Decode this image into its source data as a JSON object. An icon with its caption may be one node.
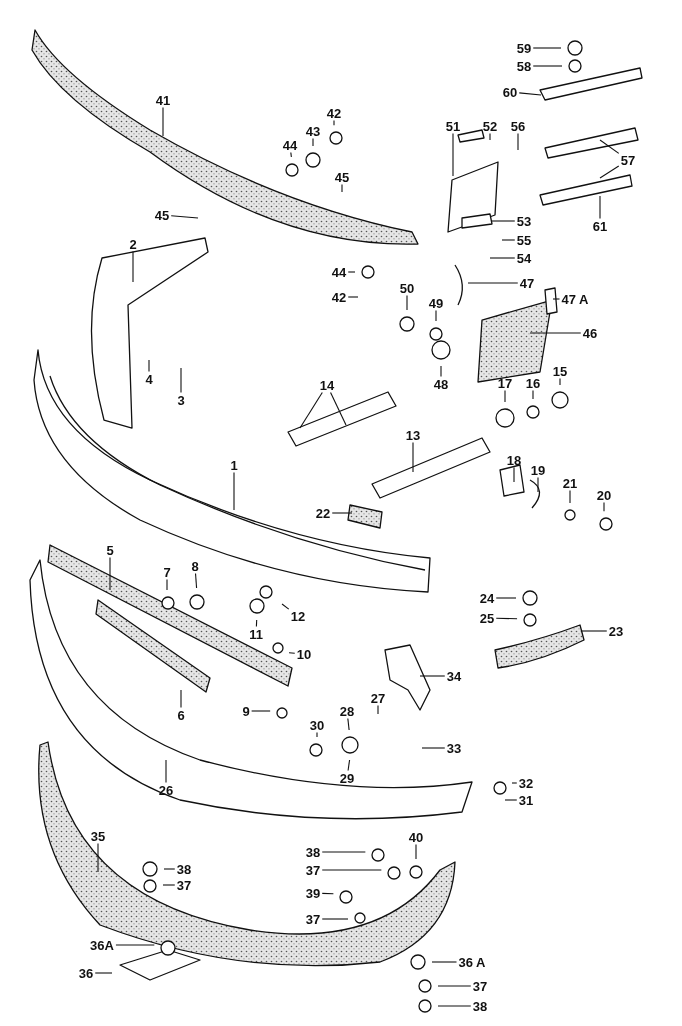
{
  "diagram": {
    "nodes": [
      {
        "text": [
          "59"
        ]
      },
      {
        "text": [
          "58"
        ]
      },
      {
        "text": [
          "60"
        ]
      },
      {
        "text": [
          "41"
        ]
      },
      {
        "text": [
          "42"
        ]
      },
      {
        "text": [
          "51"
        ]
      },
      {
        "text": [
          "52"
        ]
      },
      {
        "text": [
          "56"
        ]
      },
      {
        "text": [
          "43"
        ]
      },
      {
        "text": [
          "44"
        ]
      },
      {
        "text": [
          "57"
        ]
      },
      {
        "text": [
          "45"
        ]
      },
      {
        "text": [
          "45"
        ]
      },
      {
        "text": [
          "53"
        ]
      },
      {
        "text": [
          "61"
        ]
      },
      {
        "text": [
          "55"
        ]
      },
      {
        "text": [
          "2"
        ]
      },
      {
        "text": [
          "54"
        ]
      },
      {
        "text": [
          "44"
        ]
      },
      {
        "text": [
          "47"
        ]
      },
      {
        "text": [
          "50"
        ]
      },
      {
        "text": [
          "42"
        ]
      },
      {
        "text": [
          "47 A"
        ]
      },
      {
        "text": [
          "49"
        ]
      },
      {
        "text": [
          "46"
        ]
      },
      {
        "text": [
          "4"
        ]
      },
      {
        "text": [
          "15"
        ]
      },
      {
        "text": [
          "48"
        ]
      },
      {
        "text": [
          "14"
        ]
      },
      {
        "text": [
          "17"
        ]
      },
      {
        "text": [
          "16"
        ]
      },
      {
        "text": [
          "3"
        ]
      },
      {
        "text": [
          "13"
        ]
      },
      {
        "text": [
          "18"
        ]
      },
      {
        "text": [
          "1"
        ]
      },
      {
        "text": [
          "19"
        ]
      },
      {
        "text": [
          "21"
        ]
      },
      {
        "text": [
          "20"
        ]
      },
      {
        "text": [
          "22"
        ]
      },
      {
        "text": [
          "5"
        ]
      },
      {
        "text": [
          "8"
        ]
      },
      {
        "text": [
          "7"
        ]
      },
      {
        "text": [
          "24"
        ]
      },
      {
        "text": [
          "12"
        ]
      },
      {
        "text": [
          "25"
        ]
      },
      {
        "text": [
          "23"
        ]
      },
      {
        "text": [
          "11"
        ]
      },
      {
        "text": [
          "10"
        ]
      },
      {
        "text": [
          "34"
        ]
      },
      {
        "text": [
          "27"
        ]
      },
      {
        "text": [
          "9"
        ]
      },
      {
        "text": [
          "28"
        ]
      },
      {
        "text": [
          "6"
        ]
      },
      {
        "text": [
          "30"
        ]
      },
      {
        "text": [
          "33"
        ]
      },
      {
        "text": [
          "29"
        ]
      },
      {
        "text": [
          "32"
        ]
      },
      {
        "text": [
          "26"
        ]
      },
      {
        "text": [
          "31"
        ]
      },
      {
        "text": [
          "35"
        ]
      },
      {
        "text": [
          "40"
        ]
      },
      {
        "text": [
          "38"
        ]
      },
      {
        "text": [
          "38"
        ]
      },
      {
        "text": [
          "37"
        ]
      },
      {
        "text": [
          "37"
        ]
      },
      {
        "text": [
          "39"
        ]
      },
      {
        "text": [
          "37"
        ]
      },
      {
        "text": [
          "36A"
        ]
      },
      {
        "text": [
          "36 A"
        ]
      },
      {
        "text": [
          "36"
        ]
      },
      {
        "text": [
          "37"
        ]
      },
      {
        "text": [
          "38"
        ]
      }
    ],
    "edges": [
      {
        "from": 0,
        "to": null,
        "arrow": "none"
      },
      {
        "from": 1,
        "to": null,
        "arrow": "none"
      },
      {
        "from": 2,
        "to": null,
        "arrow": "none"
      },
      {
        "from": 3,
        "to": null,
        "arrow": "none"
      },
      {
        "from": 4,
        "to": null,
        "arrow": "none"
      },
      {
        "from": 5,
        "to": null,
        "arrow": "none"
      },
      {
        "from": 6,
        "to": null,
        "arrow": "none"
      },
      {
        "from": 7,
        "to": null,
        "arrow": "none"
      },
      {
        "from": 8,
        "to": null,
        "arrow": "none"
      },
      {
        "from": 9,
        "to": null,
        "arrow": "none"
      },
      {
        "from": 10,
        "to": null,
        "arrow": "none"
      },
      {
        "from": 10,
        "to": null,
        "arrow": "none"
      },
      {
        "from": 11,
        "to": null,
        "arrow": "none"
      },
      {
        "from": 12,
        "to": null,
        "arrow": "none"
      },
      {
        "from": 13,
        "to": null,
        "arrow": "none"
      },
      {
        "from": 14,
        "to": null,
        "arrow": "none"
      },
      {
        "from": 15,
        "to": null,
        "arrow": "none"
      },
      {
        "from": 16,
        "to": null,
        "arrow": "none"
      },
      {
        "from": 17,
        "to": null,
        "arrow": "none"
      },
      {
        "from": 18,
        "to": null,
        "arrow": "none"
      },
      {
        "from": 19,
        "to": null,
        "arrow": "none"
      },
      {
        "from": 20,
        "to": null,
        "arrow": "none"
      },
      {
        "from": 21,
        "to": null,
        "arrow": "none"
      },
      {
        "from": 22,
        "to": null,
        "arrow": "none"
      },
      {
        "from": 23,
        "to": null,
        "arrow": "none"
      },
      {
        "from": 24,
        "to": null,
        "arrow": "none"
      },
      {
        "from": 25,
        "to": null,
        "arrow": "none"
      },
      {
        "from": 26,
        "to": null,
        "arrow": "none"
      },
      {
        "from": 27,
        "to": null,
        "arrow": "none"
      },
      {
        "from": 28,
        "to": null,
        "arrow": "none"
      },
      {
        "from": 28,
        "to": null,
        "arrow": "none"
      },
      {
        "from": 29,
        "to": null,
        "arrow": "none"
      },
      {
        "from": 30,
        "to": null,
        "arrow": "none"
      },
      {
        "from": 31,
        "to": null,
        "arrow": "none"
      },
      {
        "from": 32,
        "to": null,
        "arrow": "none"
      },
      {
        "from": 33,
        "to": null,
        "arrow": "none"
      },
      {
        "from": 34,
        "to": null,
        "arrow": "none"
      },
      {
        "from": 35,
        "to": null,
        "arrow": "none"
      },
      {
        "from": 36,
        "to": null,
        "arrow": "none"
      },
      {
        "from": 37,
        "to": null,
        "arrow": "none"
      },
      {
        "from": 38,
        "to": null,
        "arrow": "none"
      },
      {
        "from": 39,
        "to": null,
        "arrow": "none"
      },
      {
        "from": 40,
        "to": null,
        "arrow": "none"
      },
      {
        "from": 41,
        "to": null,
        "arrow": "none"
      },
      {
        "from": 42,
        "to": null,
        "arrow": "none"
      },
      {
        "from": 43,
        "to": null,
        "arrow": "none"
      },
      {
        "from": 44,
        "to": null,
        "arrow": "none"
      },
      {
        "from": 45,
        "to": null,
        "arrow": "none"
      },
      {
        "from": 46,
        "to": null,
        "arrow": "none"
      },
      {
        "from": 47,
        "to": null,
        "arrow": "none"
      },
      {
        "from": 48,
        "to": null,
        "arrow": "none"
      },
      {
        "from": 49,
        "to": null,
        "arrow": "none"
      },
      {
        "from": 50,
        "to": null,
        "arrow": "none"
      },
      {
        "from": 51,
        "to": null,
        "arrow": "none"
      },
      {
        "from": 52,
        "to": null,
        "arrow": "none"
      },
      {
        "from": 53,
        "to": null,
        "arrow": "none"
      },
      {
        "from": 54,
        "to": null,
        "arrow": "none"
      },
      {
        "from": 55,
        "to": null,
        "arrow": "none"
      },
      {
        "from": 56,
        "to": null,
        "arrow": "none"
      },
      {
        "from": 57,
        "to": null,
        "arrow": "none"
      },
      {
        "from": 58,
        "to": null,
        "arrow": "none"
      },
      {
        "from": 59,
        "to": null,
        "arrow": "none"
      },
      {
        "from": 60,
        "to": null,
        "arrow": "none"
      },
      {
        "from": 61,
        "to": null,
        "arrow": "none"
      },
      {
        "from": 62,
        "to": null,
        "arrow": "none"
      },
      {
        "from": 63,
        "to": null,
        "arrow": "none"
      },
      {
        "from": 64,
        "to": null,
        "arrow": "none"
      },
      {
        "from": 65,
        "to": null,
        "arrow": "none"
      },
      {
        "from": 66,
        "to": null,
        "arrow": "none"
      },
      {
        "from": 67,
        "to": null,
        "arrow": "none"
      },
      {
        "from": 68,
        "to": null,
        "arrow": "none"
      },
      {
        "from": 69,
        "to": null,
        "arrow": "none"
      },
      {
        "from": 70,
        "to": null,
        "arrow": "none"
      },
      {
        "from": 71,
        "to": null,
        "arrow": "none"
      }
    ]
  }
}
